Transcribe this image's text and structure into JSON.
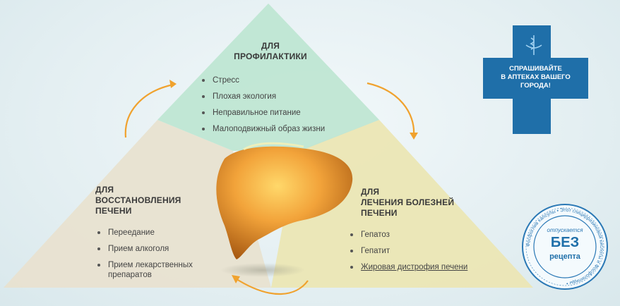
{
  "top": {
    "heading_line1": "ДЛЯ",
    "heading_line2": "ПРОФИЛАКТИКИ",
    "items": [
      "Стресс",
      "Плохая экология",
      "Неправильное питание",
      "Малоподвижный образ жизни"
    ]
  },
  "left": {
    "heading_line1": "ДЛЯ",
    "heading_line2": "ВОССТАНОВЛЕНИЯ",
    "heading_line3": "ПЕЧЕНИ",
    "items": [
      "Переедание",
      "Прием алкоголя",
      "Прием лекарственных препаратов"
    ]
  },
  "right": {
    "heading_line1": "ДЛЯ",
    "heading_line2": "ЛЕЧЕНИЯ БОЛЕЗНЕЙ",
    "heading_line3": "ПЕЧЕНИ",
    "items": [
      "Гепатоз",
      "Гепатит",
      "Жировая дистрофия печени"
    ]
  },
  "pharmacy": {
    "line1": "СПРАШИВАЙТЕ",
    "line2": "В АПТЕКАХ ВАШЕГО",
    "line3": "ГОРОДА!"
  },
  "stamp": {
    "small": "отпускается",
    "big": "БЕЗ",
    "sub": "рецепта",
    "ring_text": "Фосфоглив капсулы • Этот глицирризиновой кислоты и Фосфолипиды •"
  },
  "colors": {
    "top_section": "#bfe6d3",
    "left_section": "#e8e2d0",
    "right_section": "#ebe6b4",
    "arrow": "#f0a22e",
    "pharmacy_blue": "#1f6fa9",
    "liver": "#e8952a"
  }
}
